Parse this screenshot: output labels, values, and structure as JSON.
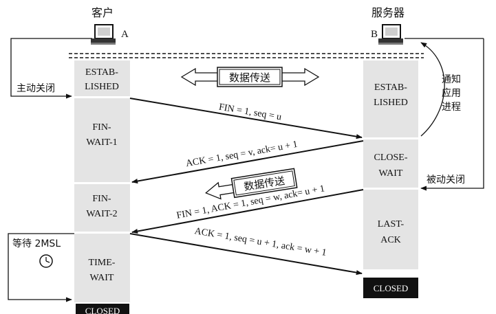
{
  "client": {
    "title": "客户",
    "host": "A"
  },
  "server": {
    "title": "服务器",
    "host": "B"
  },
  "client_states": {
    "established": [
      "ESTAB-",
      "LISHED"
    ],
    "fin_wait_1": [
      "FIN-",
      "WAIT-1"
    ],
    "fin_wait_2": [
      "FIN-",
      "WAIT-2"
    ],
    "time_wait": [
      "TIME-",
      "WAIT"
    ],
    "closed": "CLOSED"
  },
  "server_states": {
    "established": [
      "ESTAB-",
      "LISHED"
    ],
    "close_wait": [
      "CLOSE-",
      "WAIT"
    ],
    "last_ack": [
      "LAST-",
      "ACK"
    ],
    "closed": "CLOSED"
  },
  "labels": {
    "active_close": "主动关闭",
    "passive_close": "被动关闭",
    "notify_app": [
      "通知",
      "应用",
      "进程"
    ],
    "wait_2msl": "等待 2MSL",
    "data_transfer_top": "数据传送",
    "data_transfer_mid": "数据传送"
  },
  "segments": {
    "fin1": "FIN = 1, seq = u",
    "ack1": "ACK = 1, seq = v, ack= u + 1",
    "fin2": "FIN = 1, ACK = 1, seq = w, ack= u + 1",
    "ack2": "ACK = 1, seq = u + 1, ack = w + 1"
  },
  "colors": {
    "state_fill": "#e4e4e4",
    "closed_fill": "#111111",
    "line": "#111111"
  }
}
